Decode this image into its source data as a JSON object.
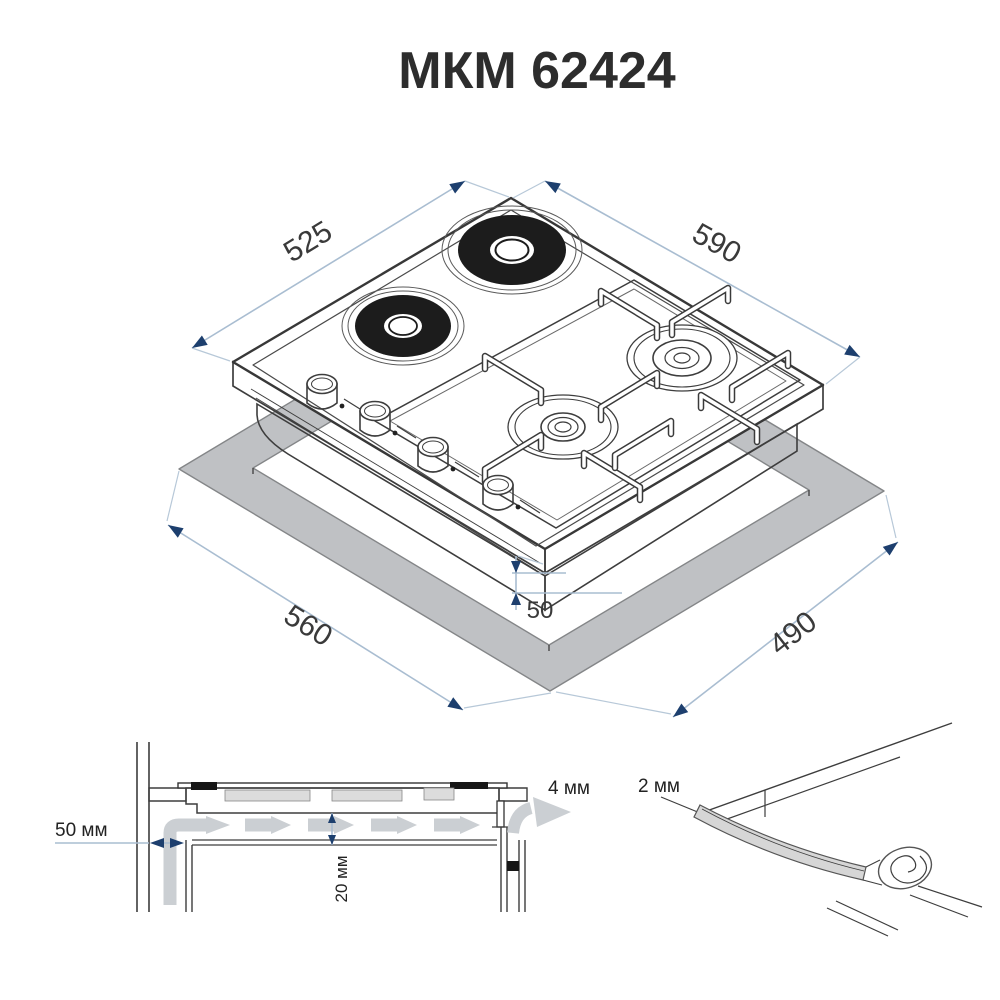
{
  "title": "МКМ 62424",
  "isometric": {
    "hob_depth_label": "525",
    "hob_width_label": "590",
    "cutout_width_label": "560",
    "cutout_depth_label": "490",
    "corner_offset_label": "50"
  },
  "cross_section": {
    "wall_clearance_label": "50 мм",
    "under_clearance_label": "20 мм",
    "vent_gap_label": "4 мм"
  },
  "seal_detail": {
    "seal_thickness_label": "2 мм"
  },
  "colors": {
    "dimension_line": "#a9bdd1",
    "arrowhead": "#1d3f6e",
    "line_art": "#3d3d3d",
    "countertop_gray": "#bfc1c4",
    "airflow_gray": "#cbcfd3",
    "plate_black": "#1c1c1c"
  }
}
